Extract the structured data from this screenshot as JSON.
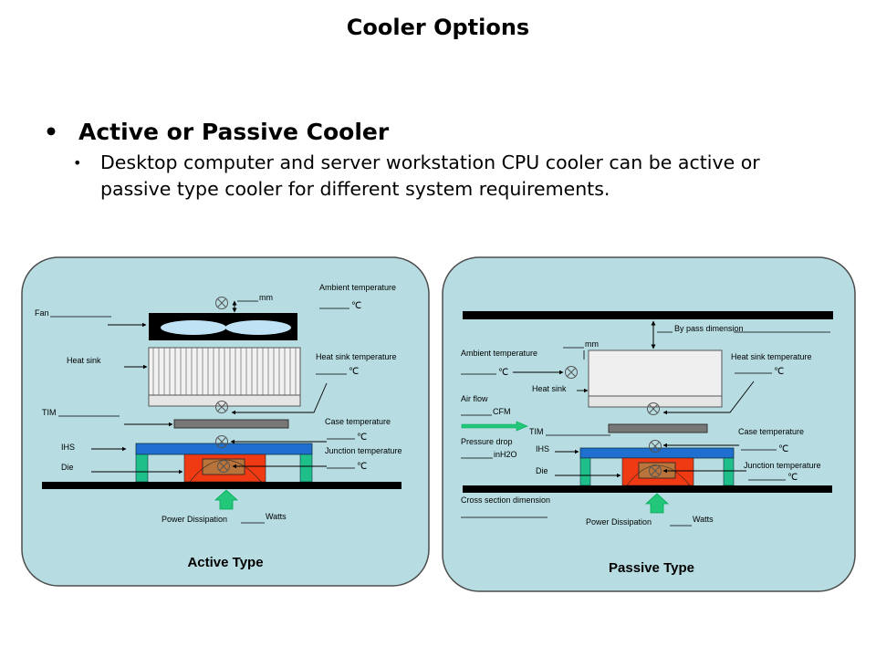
{
  "slide": {
    "title": "Cooler Options",
    "bullet": "Active or Passive Cooler",
    "sub_bullet": "Desktop computer and server workstation CPU cooler can be active or passive type cooler for different system requirements."
  },
  "active": {
    "caption": "Active Type",
    "labels": {
      "fan": "Fan",
      "heat_sink": "Heat sink",
      "tim": "TIM",
      "ihs": "IHS",
      "die": "Die",
      "mm": "mm",
      "ambient": "Ambient temperature",
      "hs_temp": "Heat sink temperature",
      "case_temp": "Case temperature",
      "junction_temp": "Junction temperature",
      "power": "Power Dissipation",
      "watts": "Watts",
      "deg_c": "℃"
    }
  },
  "passive": {
    "caption": "Passive Type",
    "labels": {
      "bypass": "By pass dimension",
      "ambient": "Ambient temperature",
      "mm": "mm",
      "hs_temp": "Heat sink temperature",
      "heat_sink": "Heat sink",
      "air_flow": "Air flow",
      "cfm": "CFM",
      "tim": "TIM",
      "case_temp": "Case temperature",
      "pressure_drop": "Pressure drop",
      "inh2o": "inH2O",
      "ihs": "IHS",
      "die": "Die",
      "junction_temp": "Junction temperature",
      "cross_section": "Cross section dimension",
      "power": "Power Dissipation",
      "watts": "Watts",
      "deg_c": "℃"
    }
  },
  "colors": {
    "panel_bg": "#b7dde2",
    "panel_border": "#4d4d4d",
    "ihs": "#1e6fd0",
    "die": "#f03a14",
    "core": "#b8743a",
    "leg": "#1fbf8a",
    "arrow_green": "#22c77a",
    "black": "#000000"
  }
}
